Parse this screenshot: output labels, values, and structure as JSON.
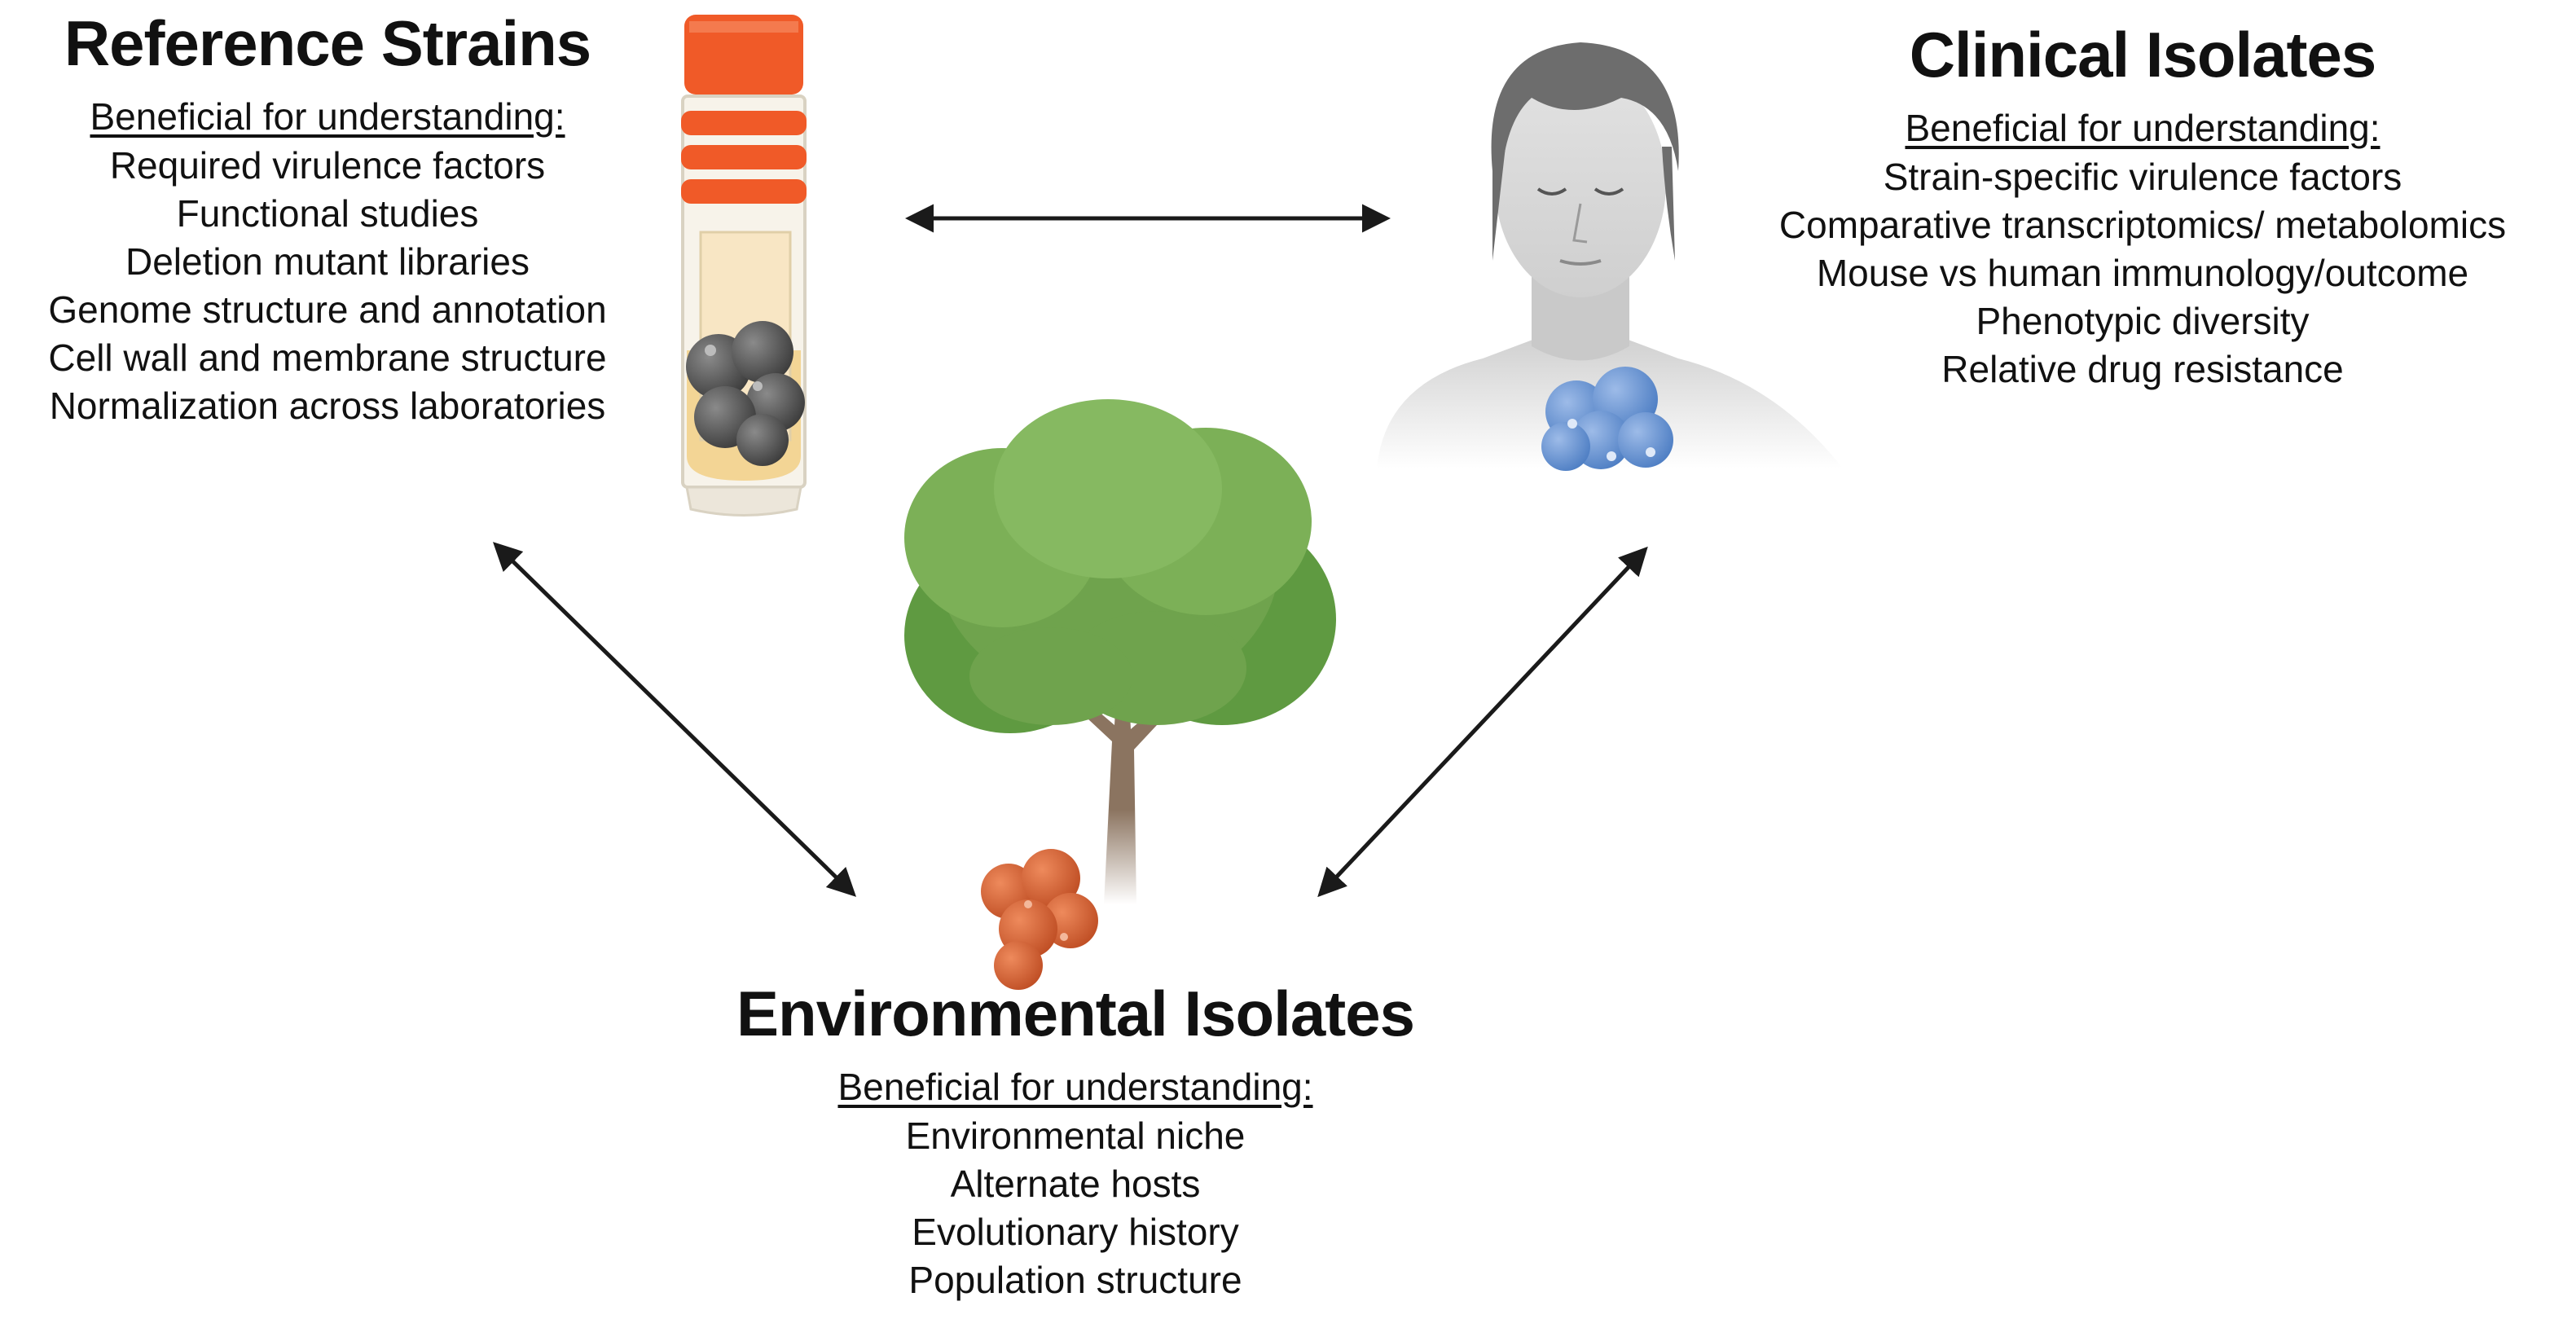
{
  "reference": {
    "title": "Reference Strains",
    "subhead": "Beneficial for understanding:",
    "items": [
      "Required virulence factors",
      "Functional studies",
      "Deletion mutant libraries",
      "Genome structure and annotation",
      "Cell wall and membrane structure",
      "Normalization across laboratories"
    ]
  },
  "clinical": {
    "title": "Clinical Isolates",
    "subhead": "Beneficial for understanding:",
    "items": [
      "Strain-specific virulence factors",
      "Comparative transcriptomics/ metabolomics",
      "Mouse vs human immunology/outcome",
      "Phenotypic diversity",
      "Relative drug resistance"
    ]
  },
  "environmental": {
    "title": "Environmental Isolates",
    "subhead": "Beneficial for understanding:",
    "items": [
      "Environmental niche",
      "Alternate hosts",
      "Evolutionary history",
      "Population structure"
    ]
  },
  "icons": {
    "reference": "culture-tube-icon",
    "clinical": "human-bust-icon",
    "environmental": "tree-icon"
  },
  "colors": {
    "tube_cap": "#F05A28",
    "clinical_cells": "#6F9BD8",
    "environmental_cells": "#D9663A",
    "reference_cells": "#5A5A5A",
    "foliage": "#6FA34D"
  }
}
